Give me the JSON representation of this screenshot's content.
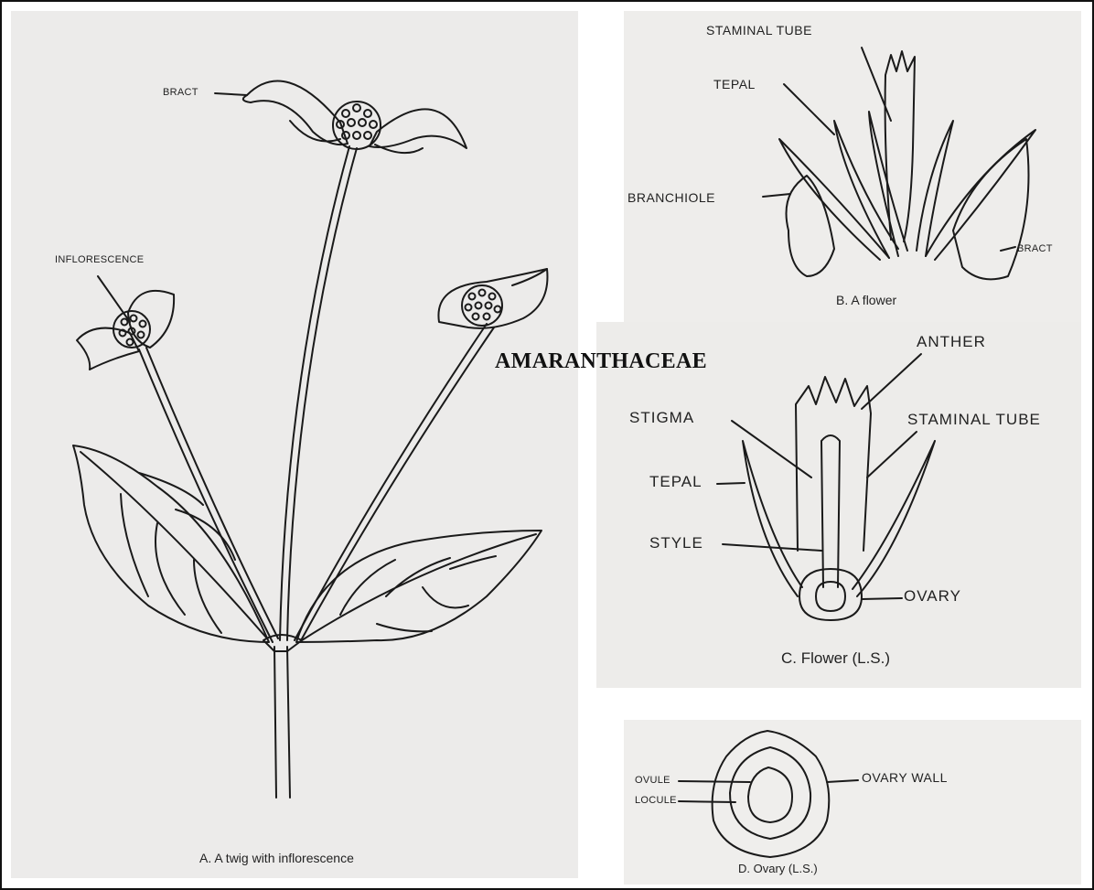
{
  "title": "AMARANTHACEAE",
  "panel_a": {
    "caption": "A. A twig with inflorescence",
    "labels": {
      "bract": "BRACT",
      "inflorescence": "INFLORESCENCE"
    }
  },
  "panel_b": {
    "caption": "B. A flower",
    "labels": {
      "staminal_tube": "STAMINAL TUBE",
      "tepal": "TEPAL",
      "branchiole": "BRANCHIOLE",
      "bract": "BRACT"
    }
  },
  "panel_c": {
    "caption": "C. Flower (L.S.)",
    "labels": {
      "anther": "ANTHER",
      "stigma": "STIGMA",
      "staminal_tube": "STAMINAL TUBE",
      "tepal": "TEPAL",
      "style": "STYLE",
      "ovary": "OVARY"
    }
  },
  "panel_d": {
    "caption": "D. Ovary (L.S.)",
    "labels": {
      "ovule": "OVULE",
      "locule": "LOCULE",
      "ovary_wall": "OVARY WALL"
    }
  }
}
